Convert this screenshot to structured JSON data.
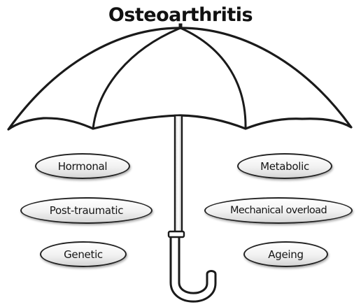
{
  "title": "Osteoarthritis",
  "left_causes": [
    "Hormonal",
    "Post-traumatic",
    "Genetic"
  ],
  "right_causes": [
    "Metabolic",
    "Mechanical overload",
    "Ageing"
  ],
  "icons": {
    "umbrella": "umbrella-icon"
  }
}
